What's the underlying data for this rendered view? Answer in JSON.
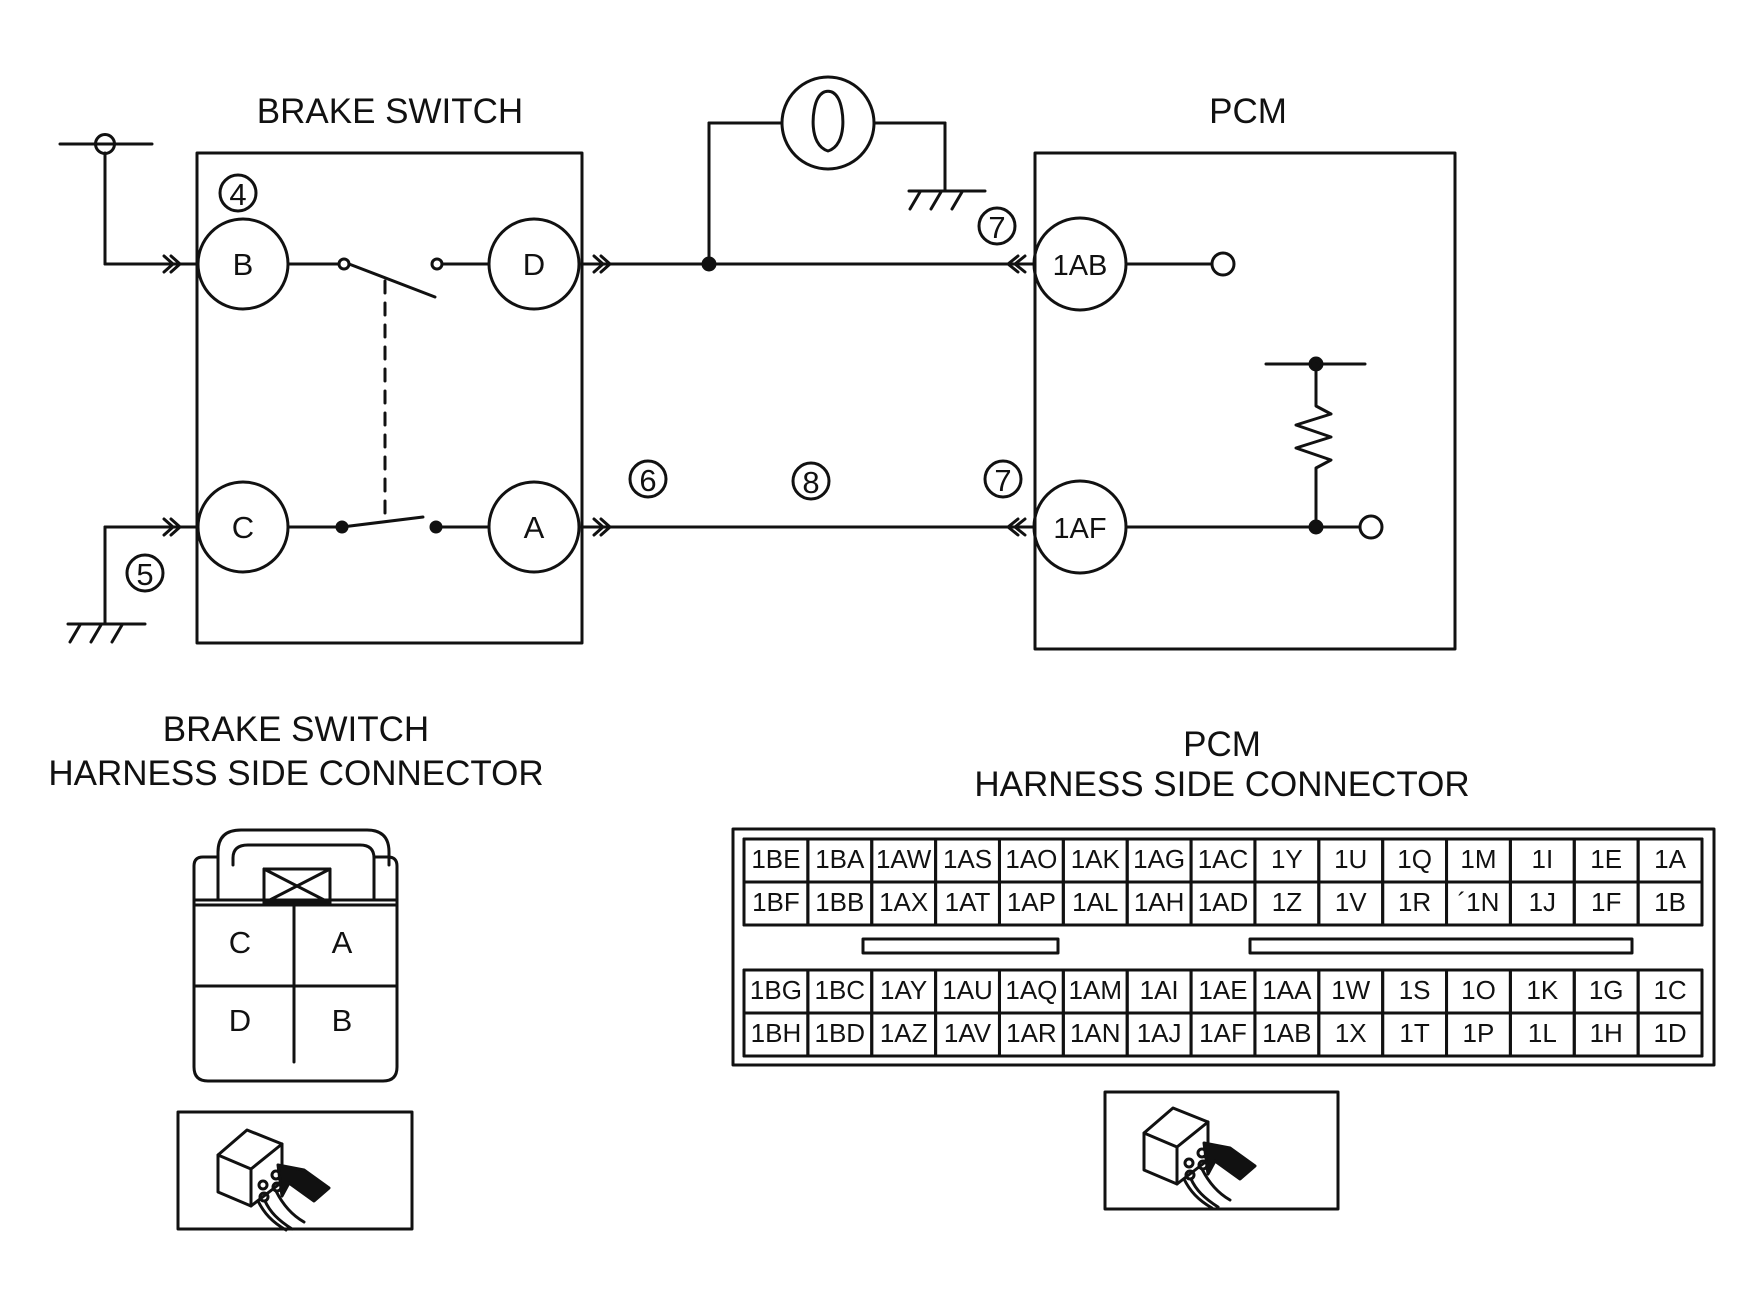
{
  "diagram": {
    "brake_switch_title": "BRAKE SWITCH",
    "pcm_title": "PCM",
    "brake_switch_pins": {
      "b": "B",
      "c": "C",
      "d": "D",
      "a": "A"
    },
    "pcm_pins": {
      "ab": "1AB",
      "af": "1AF"
    },
    "markers": {
      "m4": "4",
      "m5": "5",
      "m6": "6",
      "m7_top": "7",
      "m7_bottom": "7",
      "m8": "8"
    }
  },
  "brake_connector": {
    "title_line1": "BRAKE SWITCH",
    "title_line2": "HARNESS SIDE CONNECTOR",
    "cells": {
      "c": "C",
      "a": "A",
      "d": "D",
      "b": "B"
    }
  },
  "pcm_connector": {
    "title_line1": "PCM",
    "title_line2": "HARNESS SIDE CONNECTOR",
    "upper_rows": [
      [
        "1BE",
        "1BA",
        "1AW",
        "1AS",
        "1AO",
        "1AK",
        "1AG",
        "1AC",
        "1Y",
        "1U",
        "1Q",
        "1M",
        "1I",
        "1E",
        "1A"
      ],
      [
        "1BF",
        "1BB",
        "1AX",
        "1AT",
        "1AP",
        "1AL",
        "1AH",
        "1AD",
        "1Z",
        "1V",
        "1R",
        "´1N",
        "1J",
        "1F",
        "1B"
      ]
    ],
    "lower_rows": [
      [
        "1BG",
        "1BC",
        "1AY",
        "1AU",
        "1AQ",
        "1AM",
        "1AI",
        "1AE",
        "1AA",
        "1W",
        "1S",
        "1O",
        "1K",
        "1G",
        "1C"
      ],
      [
        "1BH",
        "1BD",
        "1AZ",
        "1AV",
        "1AR",
        "1AN",
        "1AJ",
        "1AF",
        "1AB",
        "1X",
        "1T",
        "1P",
        "1L",
        "1H",
        "1D"
      ]
    ]
  }
}
